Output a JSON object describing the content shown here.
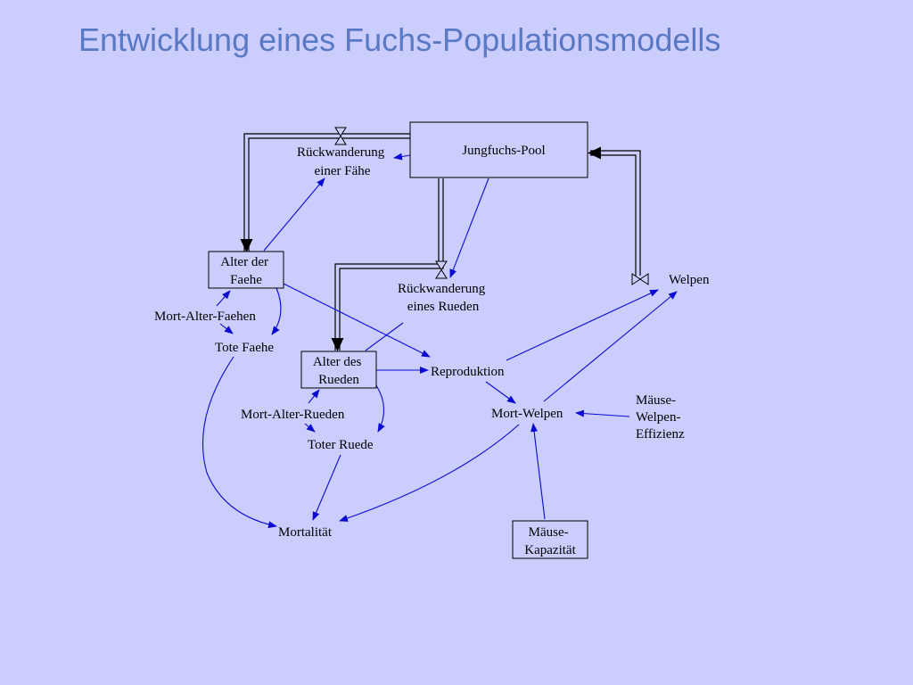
{
  "slide": {
    "title": "Entwicklung eines Fuchs-Populationsmodells"
  },
  "colors": {
    "background": "#cbcdfc",
    "title": "#5a79c5",
    "link_arrow": "#0a0ad2",
    "flow_pipe": "#000000"
  },
  "diagram": {
    "stocks": {
      "jungfuchs_pool": [
        "Jungfuchs-Pool"
      ],
      "alter_der_faehe": [
        "Alter der",
        "Faehe"
      ],
      "alter_des_rueden": [
        "Alter des",
        "Rueden"
      ],
      "maeuse_kapazitaet": [
        "Mäuse-",
        "Kapazität"
      ]
    },
    "variables": {
      "rueckwanderung_faehe": [
        "Rückwanderung",
        "einer Fähe"
      ],
      "rueckwanderung_rueden": [
        "Rückwanderung",
        "eines Rueden"
      ],
      "welpen": [
        "Welpen"
      ],
      "mort_alter_faehen": [
        "Mort-Alter-Faehen"
      ],
      "tote_faehe": [
        "Tote Faehe"
      ],
      "mort_alter_rueden": [
        "Mort-Alter-Rueden"
      ],
      "toter_ruede": [
        "Toter Ruede"
      ],
      "reproduktion": [
        "Reproduktion"
      ],
      "mort_welpen": [
        "Mort-Welpen"
      ],
      "maeuse_welpen_effizienz": [
        "Mäuse-",
        "Welpen-",
        "Effizienz"
      ],
      "mortalitaet": [
        "Mortalität"
      ]
    }
  }
}
